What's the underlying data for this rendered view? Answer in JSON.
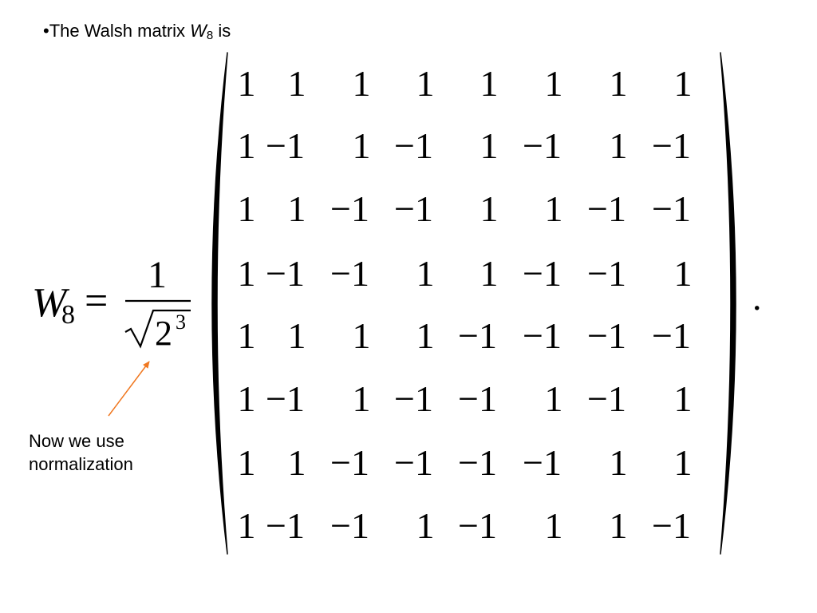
{
  "heading": {
    "bullet": "•",
    "text": "The Walsh matrix ",
    "var": "W",
    "sub": "8",
    "suffix": " is"
  },
  "equation": {
    "lhs_var": "W",
    "lhs_sub": "8",
    "equals": "=",
    "numerator": "1",
    "radicand_base": "2",
    "radicand_exponent": "3",
    "trailing_period": ".",
    "matrix": [
      [
        "1",
        "1",
        "1",
        "1",
        "1",
        "1",
        "1",
        "1"
      ],
      [
        "1",
        "−1",
        "1",
        "−1",
        "1",
        "−1",
        "1",
        "−1"
      ],
      [
        "1",
        "1",
        "−1",
        "−1",
        "1",
        "1",
        "−1",
        "−1"
      ],
      [
        "1",
        "−1",
        "−1",
        "1",
        "1",
        "−1",
        "−1",
        "1"
      ],
      [
        "1",
        "1",
        "1",
        "1",
        "−1",
        "−1",
        "−1",
        "−1"
      ],
      [
        "1",
        "−1",
        "1",
        "−1",
        "−1",
        "1",
        "−1",
        "1"
      ],
      [
        "1",
        "1",
        "−1",
        "−1",
        "−1",
        "−1",
        "1",
        "1"
      ],
      [
        "1",
        "−1",
        "−1",
        "1",
        "−1",
        "1",
        "1",
        "−1"
      ]
    ]
  },
  "annotation": {
    "lines": [
      "Now we use",
      "normalization"
    ],
    "arrow_color": "#f07820"
  }
}
